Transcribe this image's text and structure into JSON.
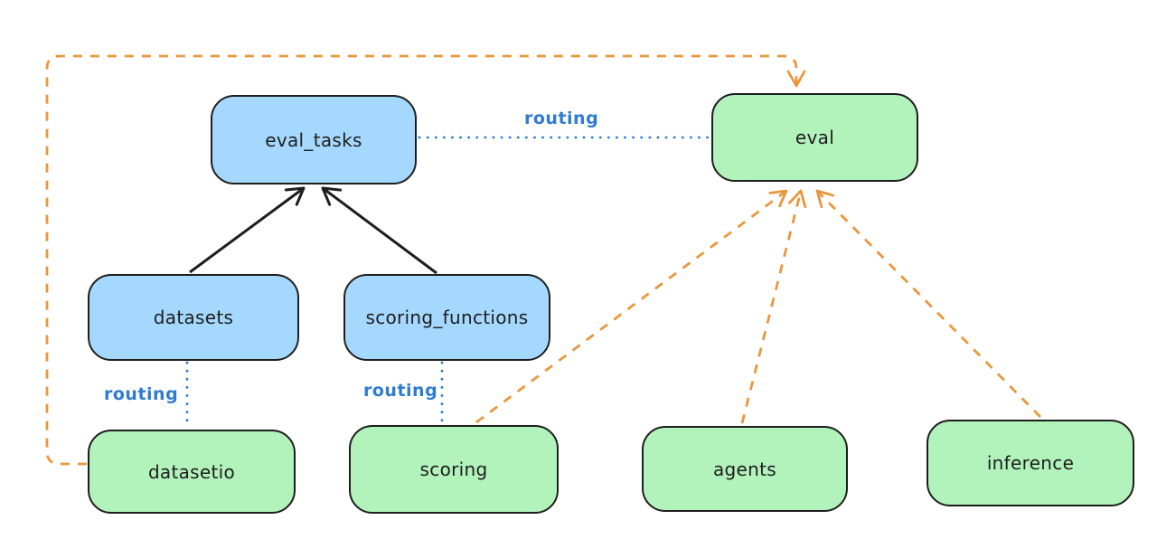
{
  "diagram": {
    "title": "",
    "background": "#ffffff",
    "colors": {
      "node_blue_fill": "#a5d8ff",
      "node_green_fill": "#b2f2bb",
      "node_stroke": "#1e1e1e",
      "routing_blue": "#2e7cd0",
      "arrow_orange": "#e8973c",
      "arrow_black": "#1e1e1e"
    },
    "nodes": [
      {
        "id": "eval_tasks",
        "label": "eval_tasks",
        "color": "blue"
      },
      {
        "id": "eval",
        "label": "eval",
        "color": "green"
      },
      {
        "id": "datasets",
        "label": "datasets",
        "color": "blue"
      },
      {
        "id": "scoring_functions",
        "label": "scoring_functions",
        "color": "blue"
      },
      {
        "id": "datasetio",
        "label": "datasetio",
        "color": "green"
      },
      {
        "id": "scoring",
        "label": "scoring",
        "color": "green"
      },
      {
        "id": "agents",
        "label": "agents",
        "color": "green"
      },
      {
        "id": "inference",
        "label": "inference",
        "color": "green"
      }
    ],
    "edges": [
      {
        "from": "datasets",
        "to": "eval_tasks",
        "style": "solid-black-arrow",
        "label": ""
      },
      {
        "from": "scoring_functions",
        "to": "eval_tasks",
        "style": "solid-black-arrow",
        "label": ""
      },
      {
        "from": "eval_tasks",
        "to": "eval",
        "style": "dotted-blue",
        "label": "routing"
      },
      {
        "from": "datasets",
        "to": "datasetio",
        "style": "dotted-blue",
        "label": "routing"
      },
      {
        "from": "scoring_functions",
        "to": "scoring",
        "style": "dotted-blue",
        "label": "routing"
      },
      {
        "from": "datasetio",
        "to": "eval",
        "style": "dashed-orange-arrow",
        "label": ""
      },
      {
        "from": "scoring",
        "to": "eval",
        "style": "dashed-orange-arrow",
        "label": ""
      },
      {
        "from": "agents",
        "to": "eval",
        "style": "dashed-orange-arrow",
        "label": ""
      },
      {
        "from": "inference",
        "to": "eval",
        "style": "dashed-orange-arrow",
        "label": ""
      }
    ],
    "edge_labels": [
      {
        "id": "routing-eval_tasks-eval",
        "text": "routing"
      },
      {
        "id": "routing-datasets-datasetio",
        "text": "routing"
      },
      {
        "id": "routing-scoring_functions-scoring",
        "text": "routing"
      }
    ]
  }
}
